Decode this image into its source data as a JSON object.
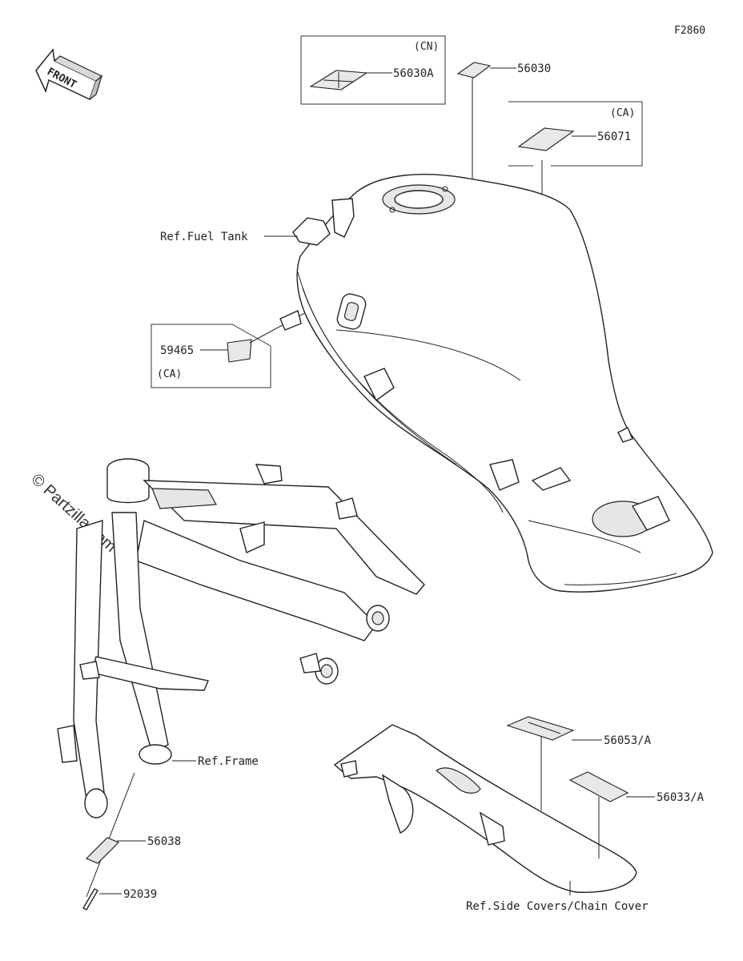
{
  "figure_id": "F2860",
  "front_arrow": {
    "label": "FRONT"
  },
  "watermark": "© Partzilla.com",
  "callouts": {
    "p56030A": {
      "part": "56030A",
      "region": "(CN)"
    },
    "p56030": {
      "part": "56030"
    },
    "p56071": {
      "part": "56071",
      "region": "(CA)"
    },
    "p59465": {
      "part": "59465",
      "region": "(CA)"
    },
    "p56053A": {
      "part": "56053/A"
    },
    "p56033A": {
      "part": "56033/A"
    },
    "p56038": {
      "part": "56038"
    },
    "p92039": {
      "part": "92039"
    }
  },
  "references": {
    "fuel_tank": "Ref.Fuel Tank",
    "frame": "Ref.Frame",
    "side_covers": "Ref.Side Covers/Chain Cover"
  },
  "colors": {
    "line": "#222222",
    "sticker_fill": "#e8e8e8",
    "background": "#ffffff"
  }
}
